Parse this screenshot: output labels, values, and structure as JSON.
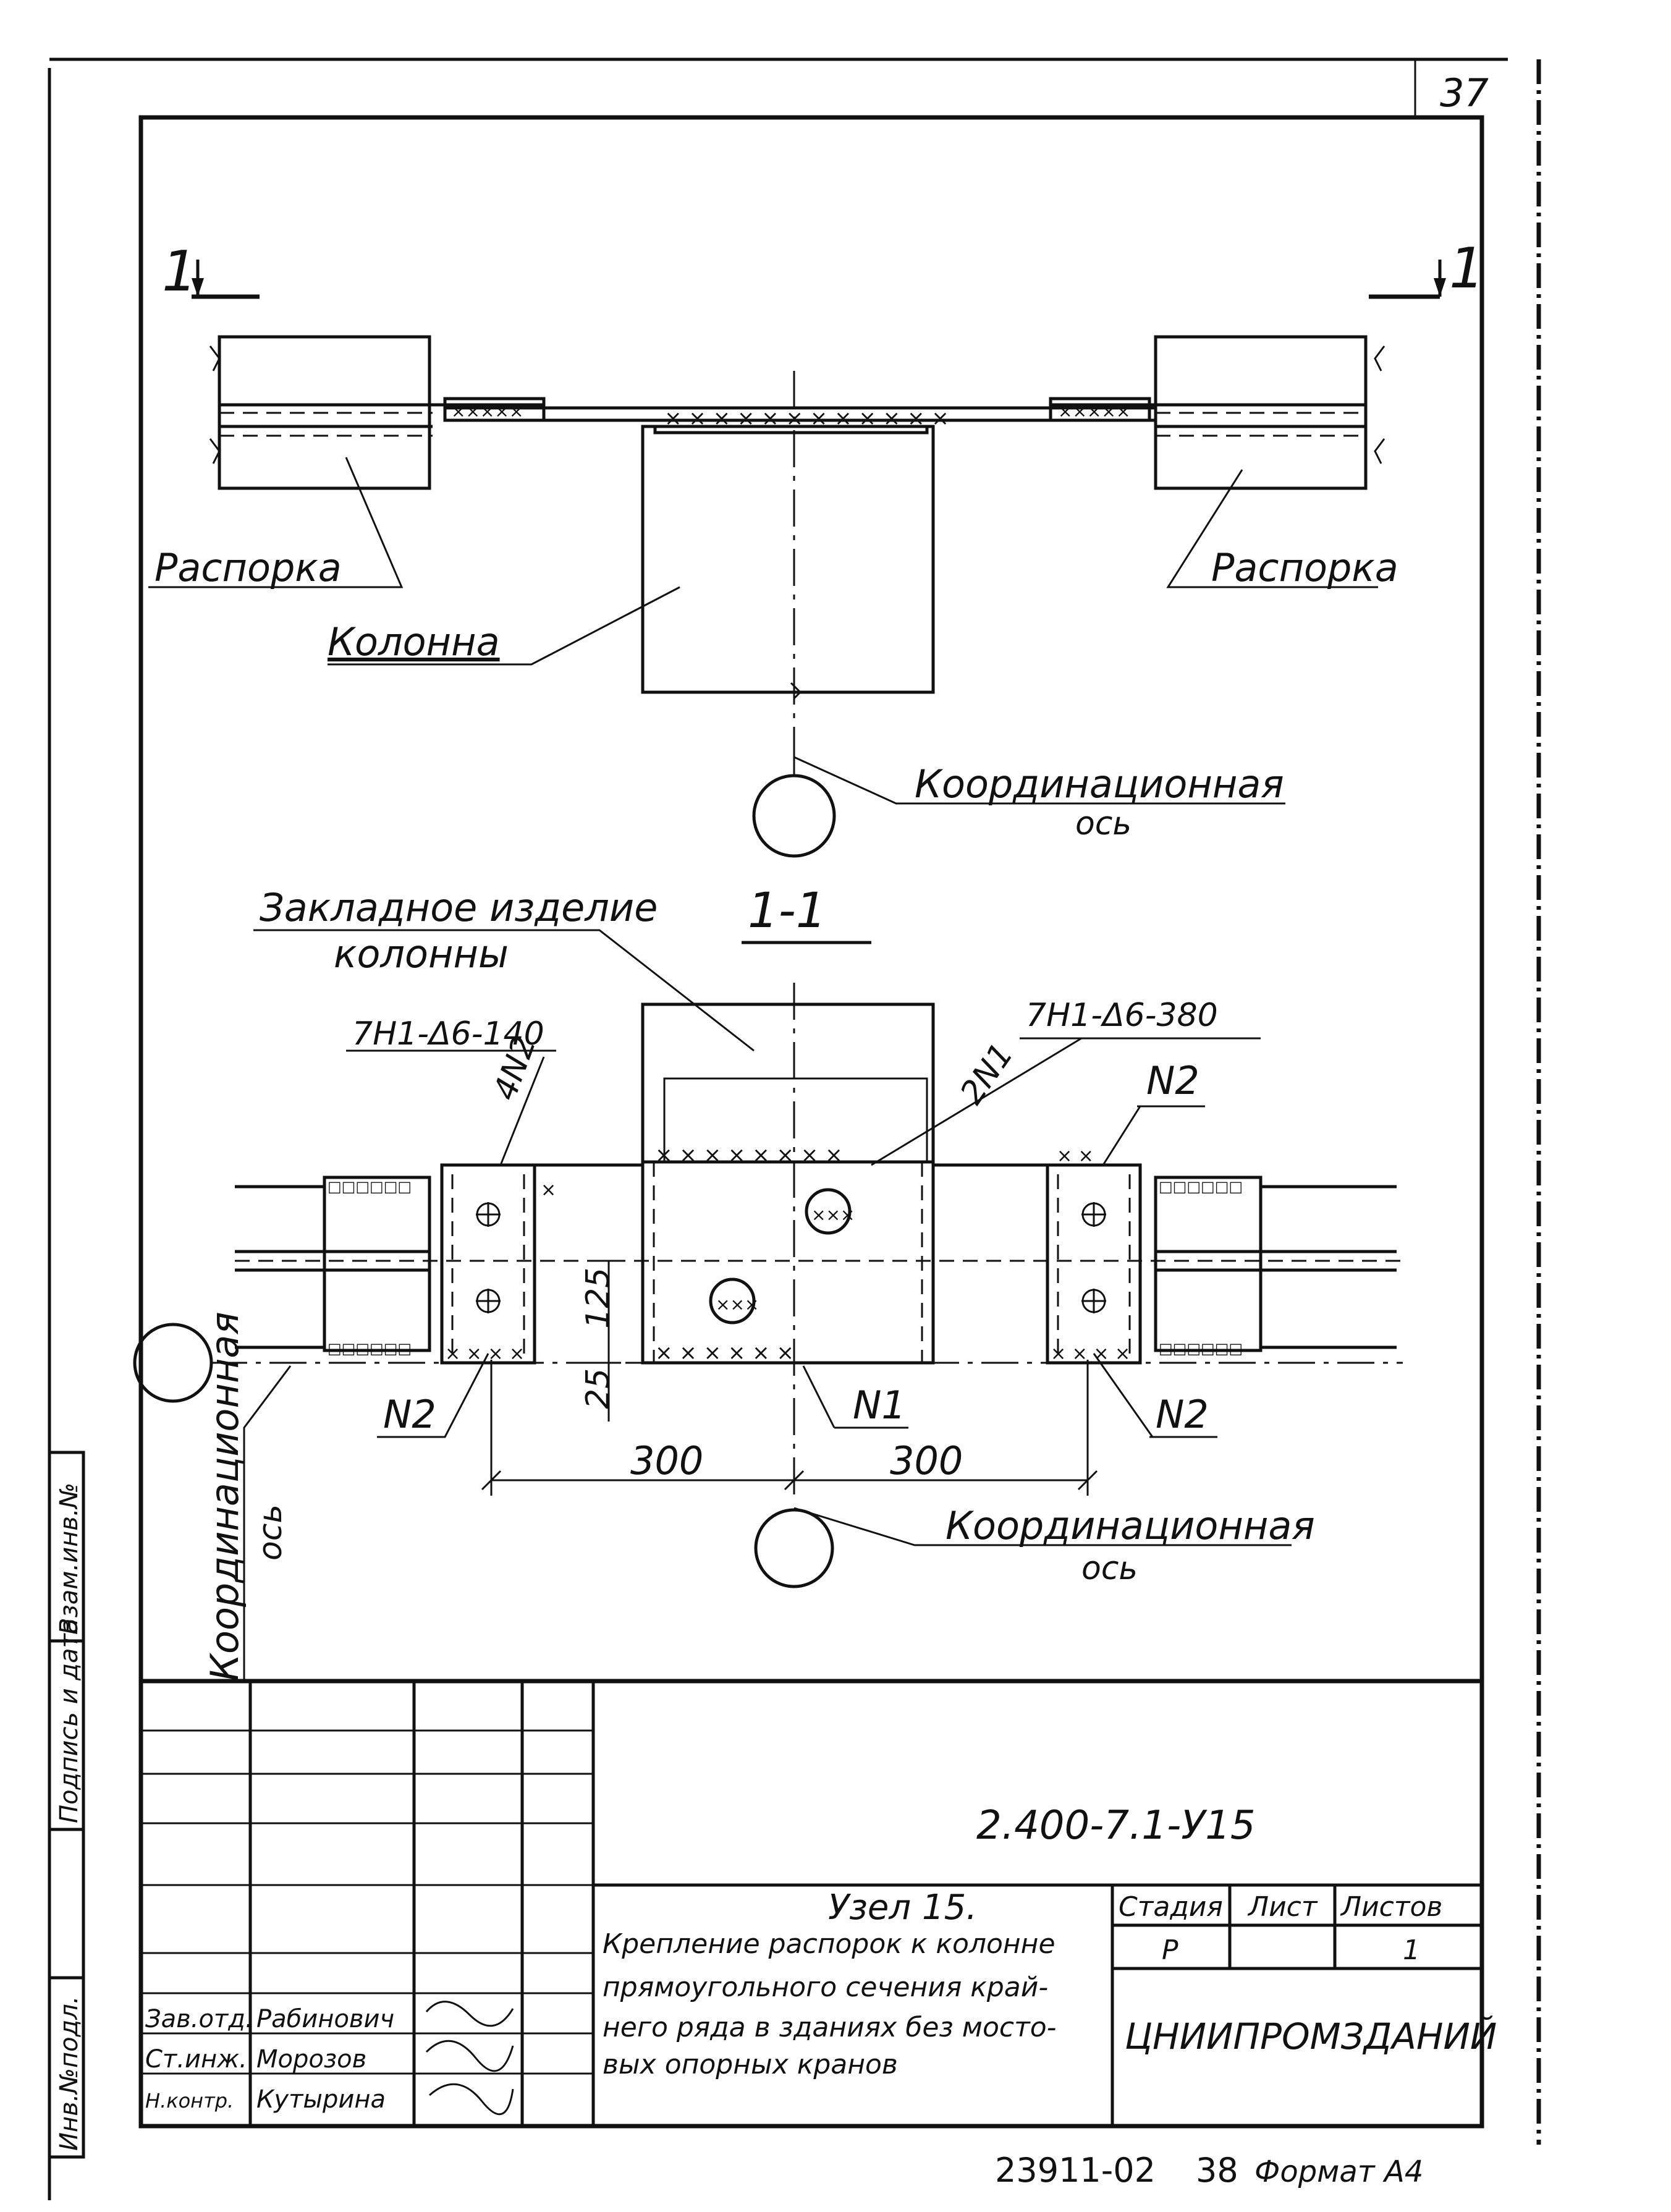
{
  "sheet_number": "37",
  "plan": {
    "section_mark": "1",
    "label_left": "Распорка",
    "label_right": "Распорка",
    "label_column": "Колонна",
    "axis_label_line1": "Координационная",
    "axis_label_line2": "ось"
  },
  "section": {
    "title": "1-1",
    "embedded_item_line1": "Закладное изделие",
    "embedded_item_line2": "колонны",
    "weld_left": "7Н1-Δ6-140",
    "weld_right": "7Н1-Δ6-380",
    "mark_4n2": "4N2",
    "mark_2n1": "2N1",
    "mark_n2_top": "N2",
    "mark_n2_left": "N2",
    "mark_n2_right": "N2",
    "mark_n1": "N1",
    "dim_125": "125",
    "dim_25": "25",
    "dim_300_left": "300",
    "dim_300_right": "300",
    "axis_label_line1": "Координационная",
    "axis_label_line2": "ось",
    "axis_vertical_line1": "Координационная",
    "axis_vertical_line2": "ось"
  },
  "side_stamp": {
    "inv_no": "Инв.№подл.",
    "signature_date": "Подпись и дата",
    "replace_inv": "Взам.инв.№"
  },
  "title_block": {
    "designation": "2.400-7.1-У15",
    "node_title": "Узел 15.",
    "description_lines": [
      "Крепление распорок к колонне",
      "прямоугольного сечения край-",
      "него ряда в зданиях без мосто-",
      "вых опорных кранов"
    ],
    "stage_header": "Стадия",
    "sheet_header": "Лист",
    "sheets_header": "Листов",
    "stage_value": "Р",
    "sheet_value": "",
    "sheets_value": "1",
    "organization": "ЦНИИПРОМЗДАНИЙ",
    "staff": [
      {
        "role": "Зав.отд.",
        "name": "Рабинович"
      },
      {
        "role": "Ст.инж.",
        "name": "Морозов"
      },
      {
        "role": "Н.контр.",
        "name": "Кутырина"
      }
    ]
  },
  "footer": {
    "code": "23911-02",
    "page": "38",
    "format": "Формат А4"
  }
}
